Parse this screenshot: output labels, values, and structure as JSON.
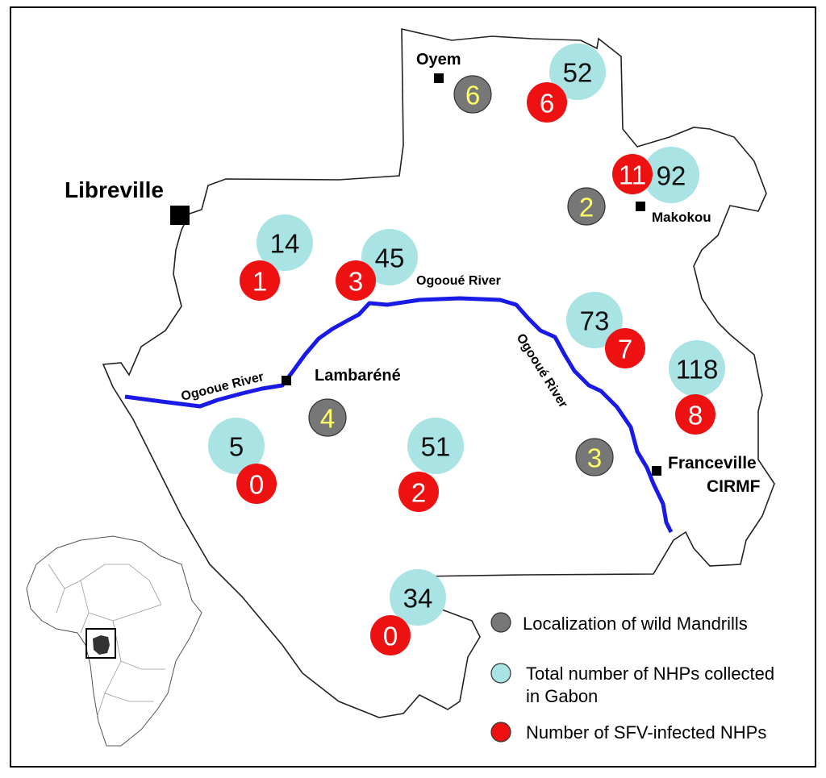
{
  "cities": {
    "libreville": "Libreville",
    "oyem": "Oyem",
    "makokou": "Makokou",
    "lambarene": "Lambaréné",
    "franceville": "Franceville",
    "cirmf": "CIRMF"
  },
  "rivers": {
    "west": "Ogooue River",
    "north": "Ogooué River",
    "east": "Ogooué River"
  },
  "mandrills": [
    "6",
    "2",
    "4",
    "3"
  ],
  "total_nhps": [
    "52",
    "92",
    "14",
    "45",
    "73",
    "118",
    "5",
    "51",
    "34"
  ],
  "sfv_infected": [
    "6",
    "11",
    "1",
    "3",
    "7",
    "8",
    "0",
    "2",
    "0"
  ],
  "legend": {
    "mandrills": "Localization of wild Mandrills",
    "total_line1": "Total number of NHPs collected",
    "total_line2": "in Gabon",
    "sfv": "Number of SFV-infected NHPs"
  },
  "colors": {
    "mandrill_fill": "#777777",
    "mandrill_text": "#ffff66",
    "total_fill": "#a9e3e3",
    "total_text": "#111111",
    "sfv_fill": "#ee1111",
    "sfv_text": "#ffffff",
    "river": "#1a1ae6"
  }
}
